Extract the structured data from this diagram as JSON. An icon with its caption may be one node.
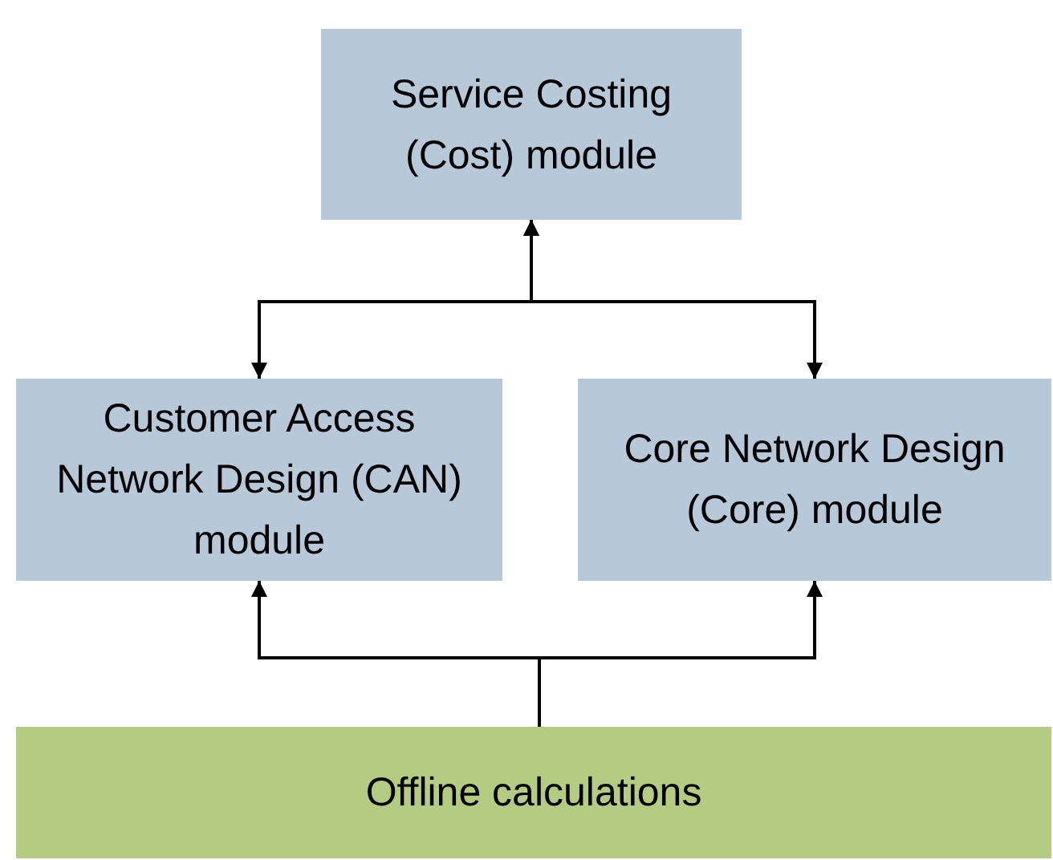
{
  "diagram": {
    "nodes": [
      {
        "text": [
          "Service Costing (Cost) module"
        ]
      },
      {
        "text": [
          "Customer Access Network Design (CAN) module"
        ]
      },
      {
        "text": [
          "Core Network Design (Core) module"
        ]
      },
      {
        "text": [
          "Offline calculations"
        ]
      }
    ],
    "edges": [
      {
        "from": 0,
        "to": 1,
        "arrow": "both"
      },
      {
        "from": 0,
        "to": 2,
        "arrow": "both"
      },
      {
        "from": 3,
        "to": 1,
        "arrow": "to"
      },
      {
        "from": 3,
        "to": 2,
        "arrow": "to"
      }
    ]
  }
}
